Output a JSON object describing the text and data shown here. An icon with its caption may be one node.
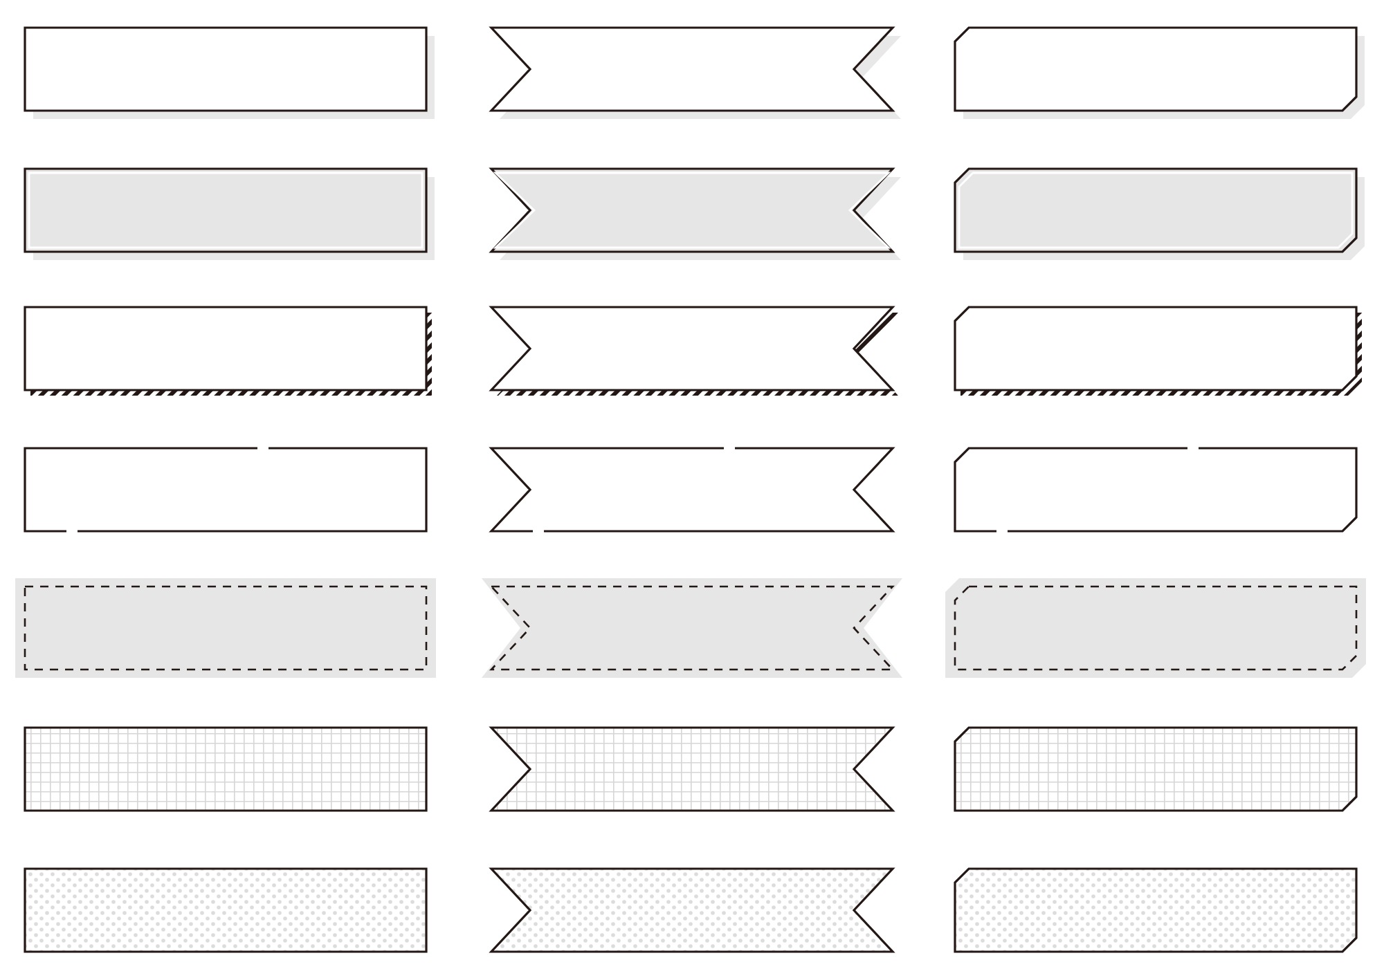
{
  "diagram": {
    "nodes": [
      {
        "text": [],
        "shape": "box"
      },
      {
        "text": [],
        "shape": "ribbon"
      },
      {
        "text": [],
        "shape": "tag"
      },
      {
        "text": [],
        "shape": "box"
      },
      {
        "text": [],
        "shape": "ribbon"
      },
      {
        "text": [],
        "shape": "tag"
      },
      {
        "text": [],
        "shape": "box"
      },
      {
        "text": [],
        "shape": "ribbon"
      },
      {
        "text": [],
        "shape": "tag"
      },
      {
        "text": [],
        "shape": "box"
      },
      {
        "text": [],
        "shape": "ribbon"
      },
      {
        "text": [],
        "shape": "tag"
      },
      {
        "text": [],
        "shape": "box"
      },
      {
        "text": [],
        "shape": "ribbon"
      },
      {
        "text": [],
        "shape": "tag"
      },
      {
        "text": [],
        "shape": "box"
      },
      {
        "text": [],
        "shape": "ribbon"
      },
      {
        "text": [],
        "shape": "tag"
      },
      {
        "text": [],
        "shape": "box"
      },
      {
        "text": [],
        "shape": "ribbon"
      },
      {
        "text": [],
        "shape": "tag"
      }
    ]
  }
}
